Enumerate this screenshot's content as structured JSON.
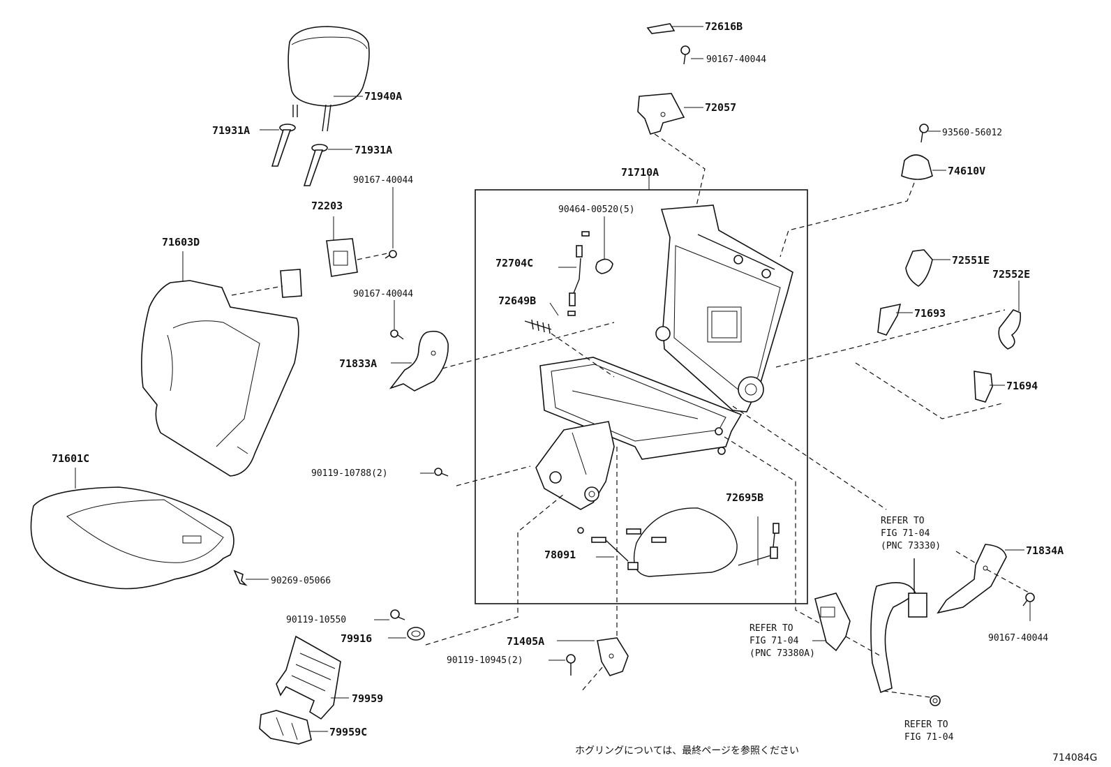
{
  "labels": {
    "p72616B": "72616B",
    "p90167_top": "90167-40044",
    "p72057": "72057",
    "p93560": "93560-56012",
    "p74610V": "74610V",
    "p71940A": "71940A",
    "p71931A_l": "71931A",
    "p71931A_r": "71931A",
    "p90167_b1": "90167-40044",
    "p72203": "72203",
    "p71603D": "71603D",
    "p90167_b2": "90167-40044",
    "p71833A": "71833A",
    "p71710A": "71710A",
    "p90464": "90464-00520(5)",
    "p72704C": "72704C",
    "p72649B": "72649B",
    "p72551E": "72551E",
    "p72552E": "72552E",
    "p71693": "71693",
    "p71694": "71694",
    "p71601C": "71601C",
    "p90119_788": "90119-10788(2)",
    "p72695B": "72695B",
    "p78091": "78091",
    "p90269": "90269-05066",
    "p90119_550": "90119-10550",
    "p79916": "79916",
    "p71405A": "71405A",
    "p90119_945": "90119-10945(2)",
    "p79959": "79959",
    "p79959C": "79959C",
    "p71834A": "71834A",
    "p90167_r": "90167-40044"
  },
  "refs": {
    "ref1": [
      "REFER TO",
      "FIG 71-04",
      "(PNC 73330)"
    ],
    "ref2": [
      "REFER TO",
      "FIG 71-04",
      "(PNC 73380A)"
    ],
    "ref3": [
      "REFER TO",
      "FIG 71-04"
    ]
  },
  "footer_note": "ホグリングについては、最終ページを参照ください",
  "figure_code": "714084G"
}
